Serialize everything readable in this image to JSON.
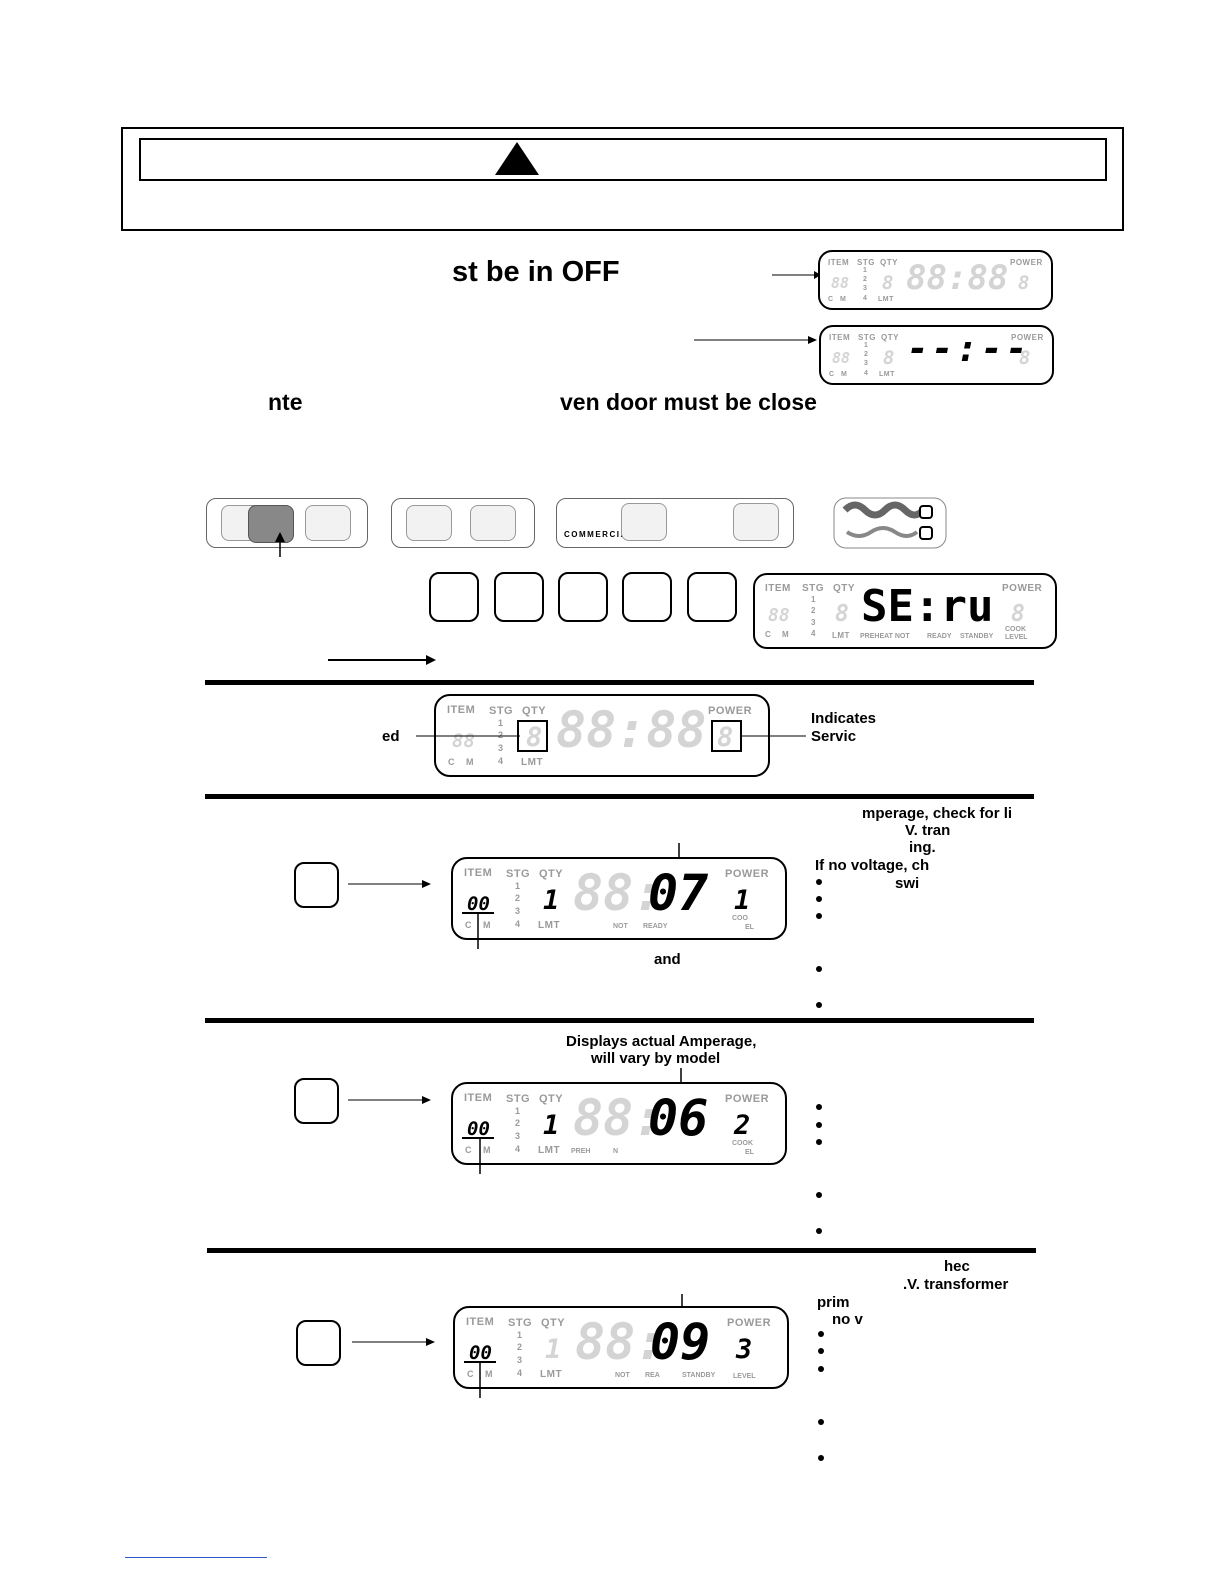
{
  "heading_fragment": "st be in OFF",
  "note_left": "nte",
  "note_right": "ven door must be close",
  "pad_brand": "COMMERCIAL",
  "lcd_labels": {
    "item": "ITEM",
    "stg": "STG",
    "qty": "QTY",
    "power": "POWER",
    "c": "C",
    "m": "M",
    "lmt": "LMT",
    "n1": "1",
    "n2": "2",
    "n3": "3",
    "n4": "4"
  },
  "display_a": {
    "item": "88",
    "qty": "8",
    "time": "88:88",
    "power": "8"
  },
  "display_b": {
    "item": "88",
    "qty": "8",
    "time": "--:--",
    "power": "8"
  },
  "display_c": {
    "item": "88",
    "qty": "8",
    "time": "SE:ru",
    "power": "8",
    "status": [
      "PREHEAT NOT",
      "READY",
      "STANDBY",
      "COOK",
      "LEVEL"
    ]
  },
  "display_d": {
    "item": "88",
    "qty": "8",
    "time": "88:88",
    "power": "8",
    "left_label": "ed",
    "right_label_1": "Indicates",
    "right_label_2": "Servic"
  },
  "section1": {
    "display": {
      "item": "00",
      "qty": "1",
      "time_dim": "88:",
      "time_on": "07",
      "power": "1",
      "status": [
        "NOT",
        "READY",
        "COO",
        "EL"
      ]
    },
    "right_text": [
      "mperage, check for li",
      "V. tran",
      "ing.",
      "If no voltage, ch",
      "swi"
    ],
    "below_text": "and"
  },
  "section2": {
    "caption_1": "Displays actual Amperage,",
    "caption_2": "will vary by model",
    "display": {
      "item": "00",
      "qty": "1",
      "time_dim": "88:",
      "time_on": "06",
      "power": "2",
      "status": [
        "PREH",
        "N",
        "COOK",
        "EL"
      ]
    }
  },
  "section3": {
    "right_text": [
      "hec",
      ".V. transformer",
      "prim",
      "no v"
    ],
    "display": {
      "item": "00",
      "qty": "1",
      "time_dim": "88:",
      "time_on": "09",
      "power": "3",
      "status": [
        "NOT",
        "REA",
        "STANDBY",
        "LEVEL"
      ]
    }
  },
  "colors": {
    "ink": "#000000",
    "dim_segment": "#d4d4d4",
    "label_gray": "#9a9a9a",
    "link_blue": "#3355cc"
  }
}
